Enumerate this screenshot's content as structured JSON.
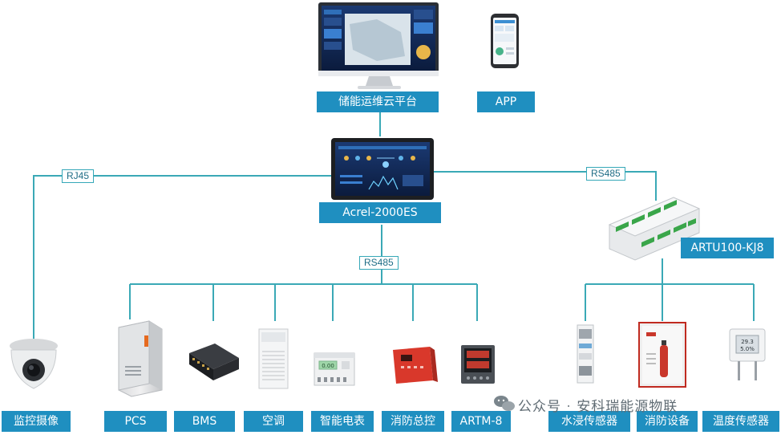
{
  "colors": {
    "line": "#3aa9b6",
    "label_bg": "#1f8fc0",
    "tag_border": "#36a8b8"
  },
  "top": {
    "cloud_label": "储能运维云平台",
    "app_label": "APP"
  },
  "gateway": {
    "label": "Acrel-2000ES"
  },
  "links": {
    "rj45": "RJ45",
    "rs485_right": "RS485",
    "rs485_mid": "RS485"
  },
  "module": {
    "label": "ARTU100-KJ8"
  },
  "camera": {
    "label": "监控摄像"
  },
  "devices": [
    {
      "label": "PCS"
    },
    {
      "label": "BMS"
    },
    {
      "label": "空调"
    },
    {
      "label": "智能电表"
    },
    {
      "label": "消防总控"
    },
    {
      "label": "ARTM-8"
    }
  ],
  "sensors": [
    {
      "label": "水浸传感器"
    },
    {
      "label": "消防设备"
    },
    {
      "label": "温度传感器"
    }
  ],
  "watermark": {
    "text": "公众号",
    "separator": "·",
    "brand": "安科瑞能源物联"
  },
  "displays": {
    "meter_reading": "0.00",
    "temp_reading": "29.3",
    "humid_reading": "5.0%"
  }
}
